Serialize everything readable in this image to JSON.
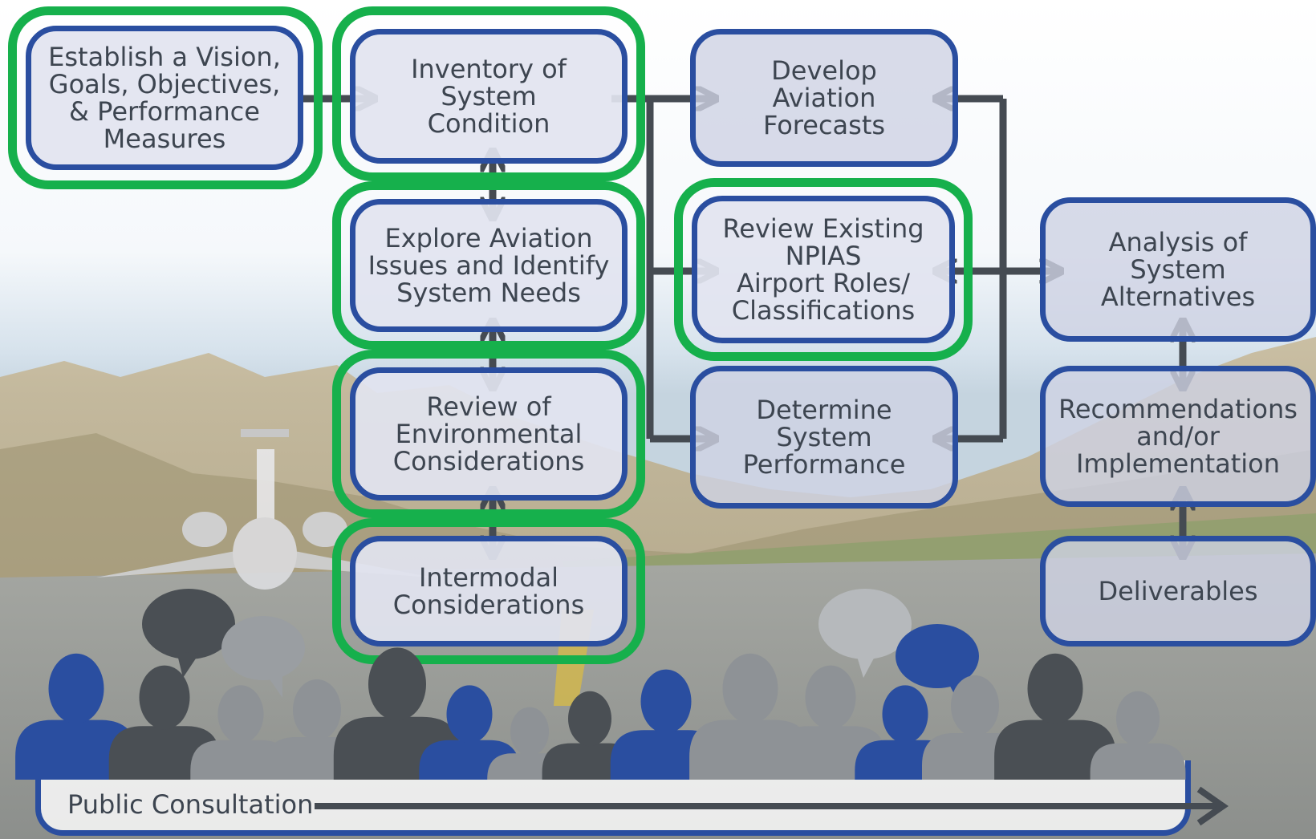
{
  "steps": {
    "vision": "Establish a Vision,\nGoals, Objectives,\n& Performance\nMeasures",
    "inventory": "Inventory of\nSystem\nCondition",
    "forecasts": "Develop\nAviation\nForecasts",
    "explore": "Explore Aviation\nIssues and Identify\nSystem Needs",
    "npias": "Review Existing\nNPIAS\nAirport Roles/\nClassifications",
    "alternatives": "Analysis of\nSystem\nAlternatives",
    "environmental": "Review of\nEnvironmental\nConsiderations",
    "performance": "Determine\nSystem\nPerformance",
    "recommendations": "Recommendations\nand/or\nImplementation",
    "intermodal": "Intermodal\nConsiderations",
    "deliverables": "Deliverables"
  },
  "public_consultation": "Public Consultation",
  "colors": {
    "box_border": "#2a4ea0",
    "highlight": "#16b04c",
    "arrow": "#454b52",
    "text": "#3d4550",
    "silhouette_blue": "#2a4ea0",
    "silhouette_dark": "#4a4f54",
    "silhouette_gray": "#8e9296"
  },
  "highlighted_steps": [
    "vision",
    "inventory",
    "explore",
    "environmental",
    "intermodal",
    "npias"
  ],
  "background": "photo of airport runway with jet aircraft and desert mountains under a pale sky",
  "crowd": "row of person silhouettes with speech bubbles"
}
